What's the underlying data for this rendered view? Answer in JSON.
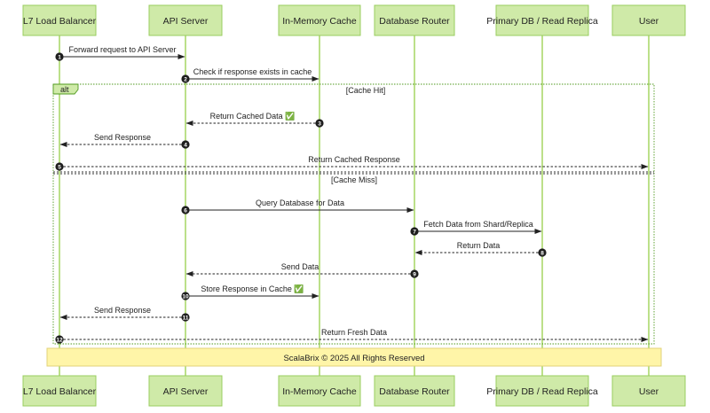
{
  "actors": [
    {
      "id": "lb",
      "label": "L7 Load Balancer"
    },
    {
      "id": "api",
      "label": "API Server"
    },
    {
      "id": "cache",
      "label": "In-Memory Cache"
    },
    {
      "id": "router",
      "label": "Database Router"
    },
    {
      "id": "db",
      "label": "Primary DB / Read Replica"
    },
    {
      "id": "user",
      "label": "User"
    }
  ],
  "fragment": {
    "keyword": "alt",
    "guards": [
      "[Cache Hit]",
      "[Cache Miss]"
    ]
  },
  "messages": [
    {
      "num": "1",
      "from": "lb",
      "to": "api",
      "text": "Forward request to API Server",
      "dashed": false
    },
    {
      "num": "2",
      "from": "api",
      "to": "cache",
      "text": "Check if response exists in cache",
      "dashed": false
    },
    {
      "num": "3",
      "from": "cache",
      "to": "api",
      "text": "Return Cached Data ✅",
      "dashed": true
    },
    {
      "num": "4",
      "from": "api",
      "to": "lb",
      "text": "Send Response",
      "dashed": true
    },
    {
      "num": "5",
      "from": "lb",
      "to": "user",
      "text": "Return Cached Response",
      "dashed": true
    },
    {
      "num": "6",
      "from": "api",
      "to": "router",
      "text": "Query Database for Data",
      "dashed": false
    },
    {
      "num": "7",
      "from": "router",
      "to": "db",
      "text": "Fetch Data from Shard/Replica",
      "dashed": false
    },
    {
      "num": "8",
      "from": "db",
      "to": "router",
      "text": "Return Data",
      "dashed": true
    },
    {
      "num": "9",
      "from": "router",
      "to": "api",
      "text": "Send Data",
      "dashed": true
    },
    {
      "num": "10",
      "from": "api",
      "to": "cache",
      "text": "Store Response in Cache ✅",
      "dashed": false
    },
    {
      "num": "11",
      "from": "api",
      "to": "lb",
      "text": "Send Response",
      "dashed": true
    },
    {
      "num": "12",
      "from": "lb",
      "to": "user",
      "text": "Return Fresh Data",
      "dashed": true
    }
  ],
  "footer_note": "ScalaBrix © 2025 All Rights Reserved"
}
